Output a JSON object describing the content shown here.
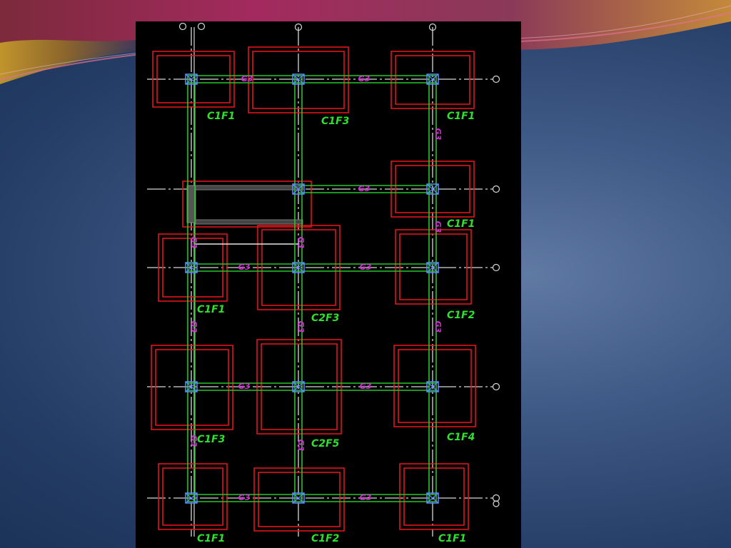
{
  "slide": {
    "colors": {
      "background": "#2f4a76",
      "cad_background": "#000000",
      "footing": "#e0141c",
      "beam": "#27c42a",
      "column": "#5a8cff",
      "axis": "#d8d8d8",
      "beam_tag": "#d62ed6",
      "footing_label": "#2fe02f"
    }
  },
  "plan": {
    "footing_labels": [
      "C1F1",
      "C1F3",
      "C1F1",
      "C1F1",
      "C1F1",
      "C2F3",
      "C1F2",
      "C1F3",
      "C2F5",
      "C1F4",
      "C1F1",
      "C1F2",
      "C1F1"
    ],
    "horizontal_beam_tags": [
      "G3",
      "G3",
      "G3",
      "G3",
      "G3",
      "G3",
      "G3",
      "G3",
      "G3"
    ],
    "vertical_beam_tags": [
      "G3",
      "G3",
      "G3",
      "G3",
      "G3",
      "G3",
      "G3",
      "G3",
      "G3"
    ],
    "column_icon": "column-cross-icon",
    "axis_bubble_icon": "axis-bubble-icon"
  }
}
